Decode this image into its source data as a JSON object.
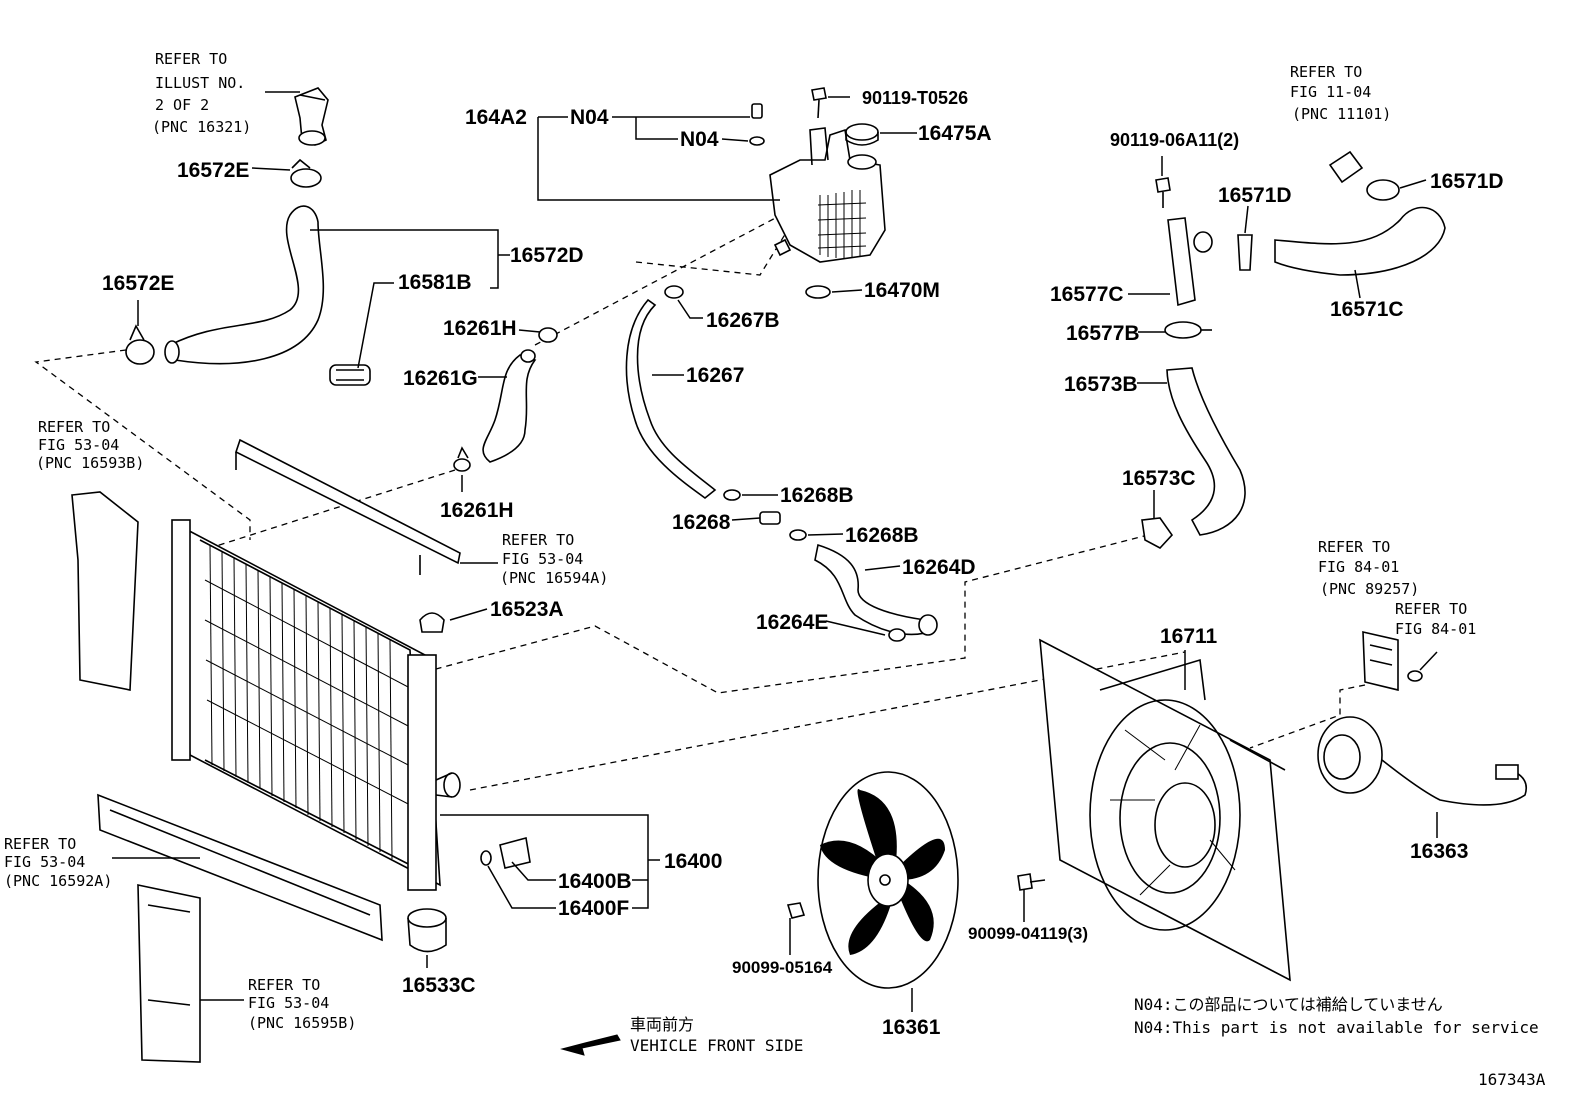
{
  "labels": {
    "ref_16321_1": "REFER TO",
    "ref_16321_2": "ILLUST NO.",
    "ref_16321_3": "2 OF 2",
    "ref_16321_4": "(PNC 16321)",
    "p16572E_top": "16572E",
    "p164A2": "164A2",
    "n04_a": "N04",
    "n04_b": "N04",
    "p90119T0526": "90119-T0526",
    "p16475A": "16475A",
    "p16572D": "16572D",
    "p16572E_left": "16572E",
    "p16581B": "16581B",
    "p16470M": "16470M",
    "p16261H_top": "16261H",
    "p16267B": "16267B",
    "p16261G": "16261G",
    "p16267": "16267",
    "ref_16593B_1": "REFER TO",
    "ref_16593B_2": "FIG 53-04",
    "ref_16593B_3": "(PNC 16593B)",
    "p16261H_bot": "16261H",
    "p16268B_a": "16268B",
    "p16268": "16268",
    "p16268B_b": "16268B",
    "ref_16594A_1": "REFER TO",
    "ref_16594A_2": "FIG 53-04",
    "ref_16594A_3": "(PNC 16594A)",
    "p16264D": "16264D",
    "p16523A": "16523A",
    "p16264E": "16264E",
    "ref_11101_1": "REFER TO",
    "ref_11101_2": "FIG 11-04",
    "ref_11101_3": "(PNC 11101)",
    "p90119_06A11": "90119-06A11(2)",
    "p16571D_a": "16571D",
    "p16571D_b": "16571D",
    "p16577C": "16577C",
    "p16571C": "16571C",
    "p16577B": "16577B",
    "p16573B": "16573B",
    "p16573C": "16573C",
    "ref_89257_1": "REFER TO",
    "ref_89257_2": "FIG 84-01",
    "ref_89257_3": "(PNC 89257)",
    "ref_8401_1": "REFER TO",
    "ref_8401_2": "FIG 84-01",
    "p16711": "16711",
    "p16363": "16363",
    "ref_16592A_1": "REFER TO",
    "ref_16592A_2": "FIG 53-04",
    "ref_16592A_3": "(PNC 16592A)",
    "p16400": "16400",
    "p16400B": "16400B",
    "p16400F": "16400F",
    "p16533C": "16533C",
    "p90099_05164": "90099-05164",
    "p90099_04119": "90099-04119(3)",
    "p16361": "16361",
    "ref_16595B_1": "REFER TO",
    "ref_16595B_2": "FIG 53-04",
    "ref_16595B_3": "(PNC 16595B)",
    "front_jp": "車両前方",
    "front_en": "VEHICLE FRONT SIDE",
    "note_jp": "N04:この部品については補給していません",
    "note_en": "N04:This part is not available for service",
    "illust_no": "167343A"
  },
  "icons": [
    "front-arrow-icon"
  ],
  "colors": {
    "ink": "#000000",
    "paper": "#ffffff"
  }
}
